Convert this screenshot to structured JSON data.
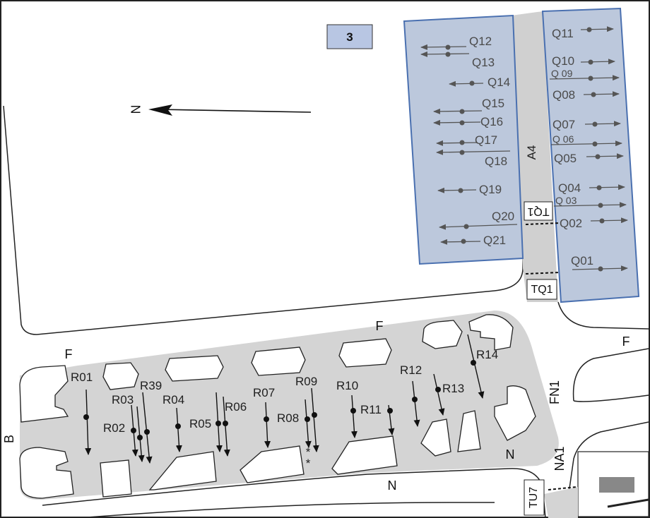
{
  "map_number": "3",
  "north_label": "N",
  "aisle_label": "A4",
  "taxiway_connectors": {
    "tq1_top": "TQ1",
    "tq1_bottom": "TQ1",
    "tu7": "TU7"
  },
  "road_labels": {
    "f_top": "F",
    "f_left": "F",
    "f_right": "F",
    "fn1": "FN1",
    "na1": "NA1",
    "n_bottom": "N",
    "n_right": "N",
    "b": "B"
  },
  "stands_q_left": [
    "Q12",
    "Q13",
    "Q14",
    "Q15",
    "Q16",
    "Q17",
    "Q18",
    "Q19",
    "Q20",
    "Q21"
  ],
  "stands_q_right": [
    "Q11",
    "Q10",
    "Q 09",
    "Q08",
    "Q07",
    "Q 06",
    "Q05",
    "Q04",
    "Q 03",
    "Q02",
    "Q01"
  ],
  "stands_r": [
    "R01",
    "R02",
    "R03",
    "R39",
    "R04",
    "R05",
    "R06",
    "R07",
    "R08",
    "R09",
    "R10",
    "R11",
    "R12",
    "R13",
    "R14"
  ],
  "star_mark": "*",
  "colors": {
    "stand_fill": "#bcc8dc",
    "stand_border": "#4a70b0",
    "apron": "#d4d4d4",
    "box_fill": "#b8c6e3"
  }
}
